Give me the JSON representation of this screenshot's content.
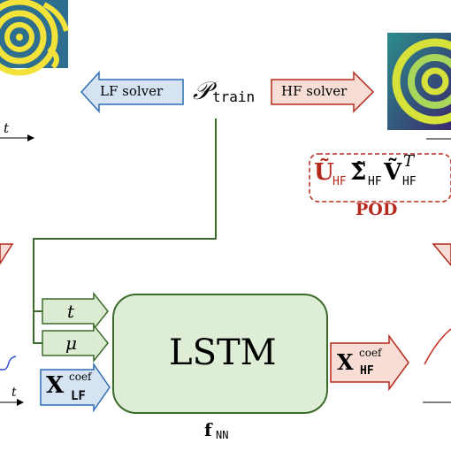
{
  "train_set": {
    "symbol": "𝒫",
    "subscript": "train"
  },
  "lf_solver": {
    "label": "LF solver",
    "fill": "#d6e3f3",
    "stroke": "#2e6db3"
  },
  "hf_solver": {
    "label": "HF solver",
    "fill": "#f8ddd6",
    "stroke": "#b52a1c"
  },
  "time_axis_label": "t",
  "pod": {
    "formula_U": "Ũ",
    "formula_Sigma": "Σ̃",
    "formula_V": "Ṽ",
    "sub_HF": "HF",
    "sup_T": "T",
    "label": "POD",
    "color": "#b52a1c"
  },
  "inputs": {
    "t_label": "t",
    "mu_label": "μ",
    "x_lf_main": "X",
    "x_lf_sub": "LF",
    "x_lf_sup": "coef",
    "green_fill": "#dcecd3",
    "green_stroke": "#3b6b2a"
  },
  "lstm": {
    "label": "LSTM",
    "caption_main": "f",
    "caption_sub": "NN",
    "fill": "#deeed6",
    "stroke": "#3b6b2a"
  },
  "output": {
    "main": "X",
    "sub": "HF",
    "sup": "coef"
  }
}
